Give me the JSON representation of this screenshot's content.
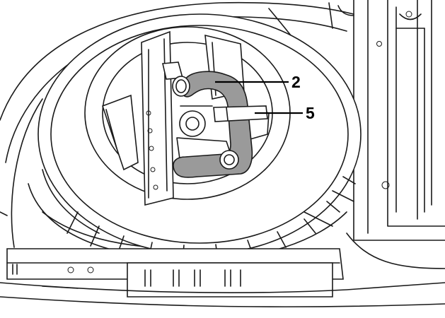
{
  "callouts": [
    {
      "id": "hose",
      "label": "2"
    },
    {
      "id": "clip",
      "label": "5"
    }
  ],
  "colors": {
    "line": "#1a1a1a",
    "hose_fill": "#9a9a9a",
    "background": "#ffffff"
  }
}
